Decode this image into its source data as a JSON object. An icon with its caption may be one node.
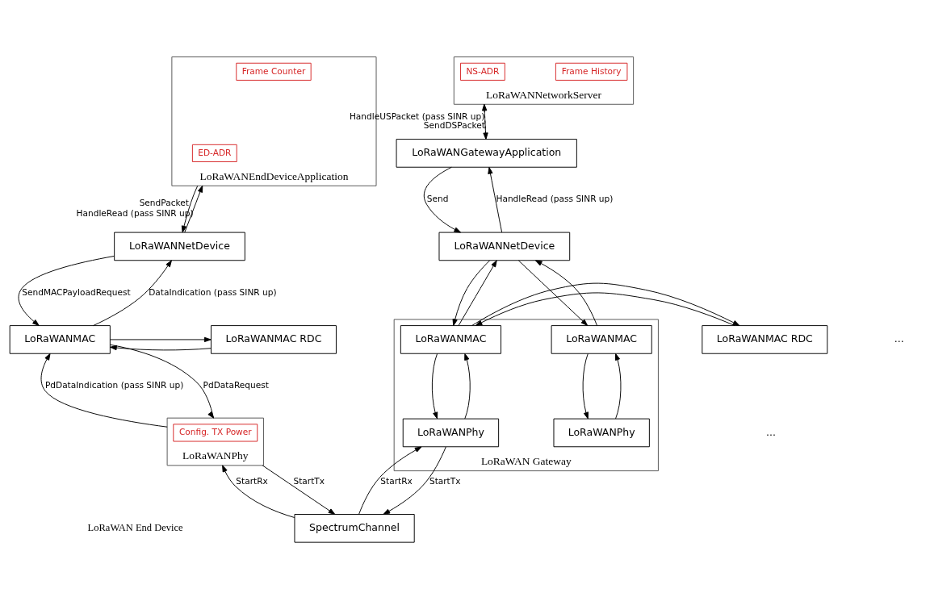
{
  "diagram": {
    "nodes": [
      {
        "text": [
          "LoRaWANEndDeviceApplication"
        ]
      },
      {
        "text": [
          "Frame Counter"
        ],
        "in": 0
      },
      {
        "text": [
          "ED-ADR"
        ],
        "in": 0
      },
      {
        "text": [
          "LoRaWANNetDevice"
        ]
      },
      {
        "text": [
          "LoRaWANMAC"
        ]
      },
      {
        "text": [
          "LoRaWANMAC RDC"
        ]
      },
      {
        "text": [
          "LoRaWANPhy"
        ]
      },
      {
        "text": [
          "Config. TX Power"
        ],
        "in": 6
      },
      {
        "text": [
          "SpectrumChannel"
        ]
      },
      {
        "text": [
          "LoRaWANNetworkServer"
        ]
      },
      {
        "text": [
          "Frame History"
        ],
        "in": 9
      },
      {
        "text": [
          "NS-ADR"
        ],
        "in": 9
      },
      {
        "text": [
          "LoRaWANGatewayApplication"
        ]
      },
      {
        "text": [
          "LoRaWANNetDevice"
        ]
      },
      {
        "text": [
          "LoRaWANMAC RDC"
        ]
      },
      {
        "text": [
          "LoRaWAN Gateway"
        ]
      },
      {
        "text": [
          "LoRaWANMAC"
        ],
        "in": 15
      },
      {
        "text": [
          "LoRaWANMAC"
        ],
        "in": 15
      },
      {
        "text": [
          "LoRaWANPhy"
        ],
        "in": 15
      },
      {
        "text": [
          "LoRaWANPhy"
        ],
        "in": 15
      }
    ],
    "edges": [
      {
        "from": 0,
        "to": 3,
        "arrow": "to",
        "label": "SendPacket"
      },
      {
        "from": 3,
        "to": 0,
        "arrow": "to",
        "label": "HandleRead (pass SINR up)"
      },
      {
        "from": 3,
        "to": 4,
        "arrow": "to",
        "label": "SendMACPayloadRequest"
      },
      {
        "from": 4,
        "to": 3,
        "arrow": "to",
        "label": "DataIndication (pass SINR up)"
      },
      {
        "from": 5,
        "to": 4,
        "arrow": "to"
      },
      {
        "from": 4,
        "to": 5,
        "arrow": "to"
      },
      {
        "from": 4,
        "to": 6,
        "arrow": "to",
        "label": "PdDataRequest"
      },
      {
        "from": 6,
        "to": 4,
        "arrow": "to",
        "label": "PdDataIndication (pass SINR up)"
      },
      {
        "from": 6,
        "to": 8,
        "arrow": "to",
        "label": "StartTx"
      },
      {
        "from": 8,
        "to": 6,
        "arrow": "to",
        "label": "StartRx"
      },
      {
        "from": 9,
        "to": 12,
        "arrow": "to",
        "label": "SendDSPacket",
        "style": "dashed"
      },
      {
        "from": 12,
        "to": 9,
        "arrow": "to",
        "label": "HandleUSPacket (pass SINR up)",
        "style": "dashed"
      },
      {
        "from": 12,
        "to": 13,
        "arrow": "to",
        "label": "Send"
      },
      {
        "from": 13,
        "to": 12,
        "arrow": "to",
        "label": "HandleRead (pass SINR up)"
      },
      {
        "from": 13,
        "to": 16,
        "arrow": "to"
      },
      {
        "from": 16,
        "to": 13,
        "arrow": "to"
      },
      {
        "from": 13,
        "to": 17,
        "arrow": "to"
      },
      {
        "from": 17,
        "to": 13,
        "arrow": "to"
      },
      {
        "from": 16,
        "to": 14,
        "arrow": "to"
      },
      {
        "from": 14,
        "to": 16,
        "arrow": "to"
      },
      {
        "from": 16,
        "to": 18,
        "arrow": "to"
      },
      {
        "from": 18,
        "to": 16,
        "arrow": "to"
      },
      {
        "from": 17,
        "to": 19,
        "arrow": "to"
      },
      {
        "from": 19,
        "to": 17,
        "arrow": "to"
      },
      {
        "from": 8,
        "to": 18,
        "arrow": "to",
        "label": "StartRx"
      },
      {
        "from": 18,
        "to": 8,
        "arrow": "to",
        "label": "StartTx"
      }
    ],
    "labels": [
      "...",
      "...",
      "LoRaWAN End Device"
    ]
  }
}
